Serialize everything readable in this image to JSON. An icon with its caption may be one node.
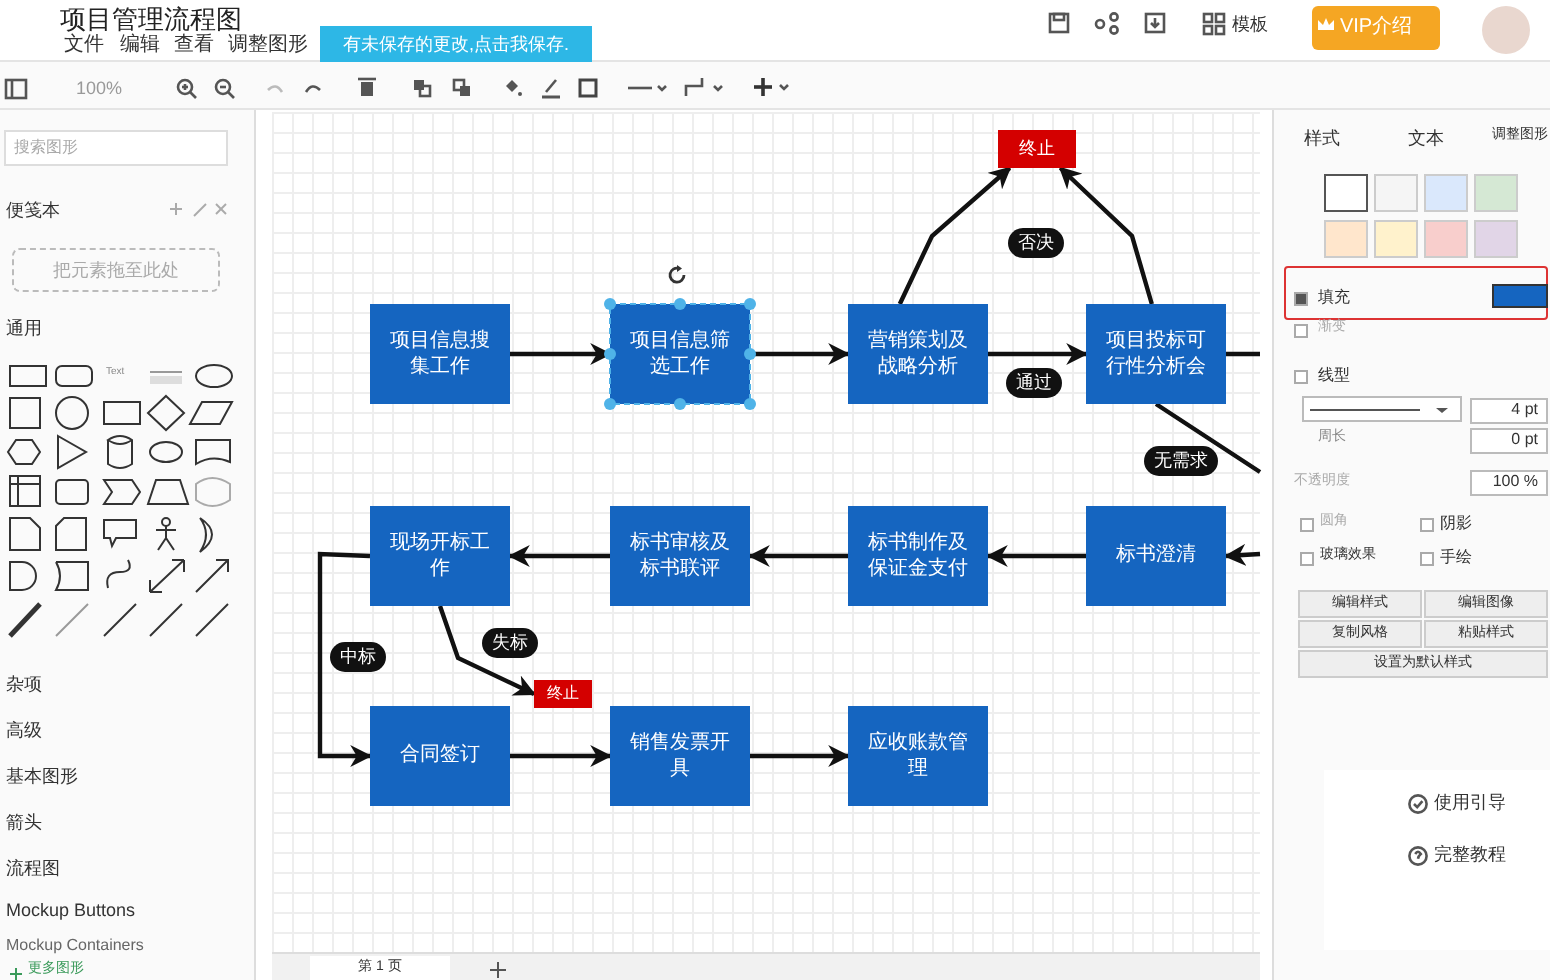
{
  "diagram": {
    "nodes": [
      {
        "text": [
          "项目信息搜集工作"
        ]
      },
      {
        "text": [
          "项目信息筛选工作"
        ]
      },
      {
        "text": [
          "营销策划及战略分析"
        ]
      },
      {
        "text": [
          "项目投标可行性分析会"
        ]
      },
      {
        "text": [
          "终止"
        ]
      },
      {
        "text": [
          "标书澄清"
        ]
      },
      {
        "text": [
          "标书制作及保证金支付"
        ]
      },
      {
        "text": [
          "标书审核及标书联评"
        ]
      },
      {
        "text": [
          "现场开标工作"
        ]
      },
      {
        "text": [
          "终止"
        ]
      },
      {
        "text": [
          "合同签订"
        ]
      },
      {
        "text": [
          "销售发票开具"
        ]
      },
      {
        "text": [
          "应收账款管理"
        ]
      }
    ],
    "edges": [
      {
        "from": 0,
        "to": 1,
        "arrow": "to"
      },
      {
        "from": 1,
        "to": 2,
        "arrow": "to"
      },
      {
        "from": 2,
        "to": 3,
        "arrow": "to",
        "label": "通过"
      },
      {
        "from": 2,
        "to": 4,
        "arrow": "to",
        "label": "否决"
      },
      {
        "from": 3,
        "to": 4,
        "arrow": "to"
      },
      {
        "from": 3,
        "to": null,
        "arrow": "none"
      },
      {
        "from": 3,
        "to": null,
        "arrow": "none",
        "label": "无需求"
      },
      {
        "from": null,
        "to": 5,
        "arrow": "to"
      },
      {
        "from": 5,
        "to": 6,
        "arrow": "to"
      },
      {
        "from": 6,
        "to": 7,
        "arrow": "to"
      },
      {
        "from": 7,
        "to": 8,
        "arrow": "to"
      },
      {
        "from": 8,
        "to": 10,
        "arrow": "to",
        "label": "中标"
      },
      {
        "from": 8,
        "to": 9,
        "arrow": "to",
        "label": "失标"
      },
      {
        "from": 10,
        "to": 11,
        "arrow": "to"
      },
      {
        "from": 11,
        "to": 12,
        "arrow": "to"
      }
    ],
    "labels": [
      "项目管理流程图",
      "文件",
      "编辑",
      "查看",
      "调整图形",
      "有未保存的更改,点击我保存.",
      "100%",
      "模板",
      "VIP介绍",
      "搜索图形",
      "便笺本",
      "把元素拖至此处",
      "通用",
      "Text",
      "杂项",
      "高级",
      "基本图形",
      "箭头",
      "流程图",
      "Mockup Buttons",
      "Mockup Containers",
      "更多图形",
      "第 1 页",
      "样式",
      "文本",
      "调整图形",
      "填充",
      "渐变",
      "线型",
      "4 pt",
      "周长",
      "0 pt",
      "不透明度",
      "100 %",
      "圆角",
      "阴影",
      "玻璃效果",
      "手绘",
      "编辑样式",
      "编辑图像",
      "复制风格",
      "粘贴样式",
      "设置为默认样式",
      "使用引导",
      "完整教程"
    ]
  }
}
